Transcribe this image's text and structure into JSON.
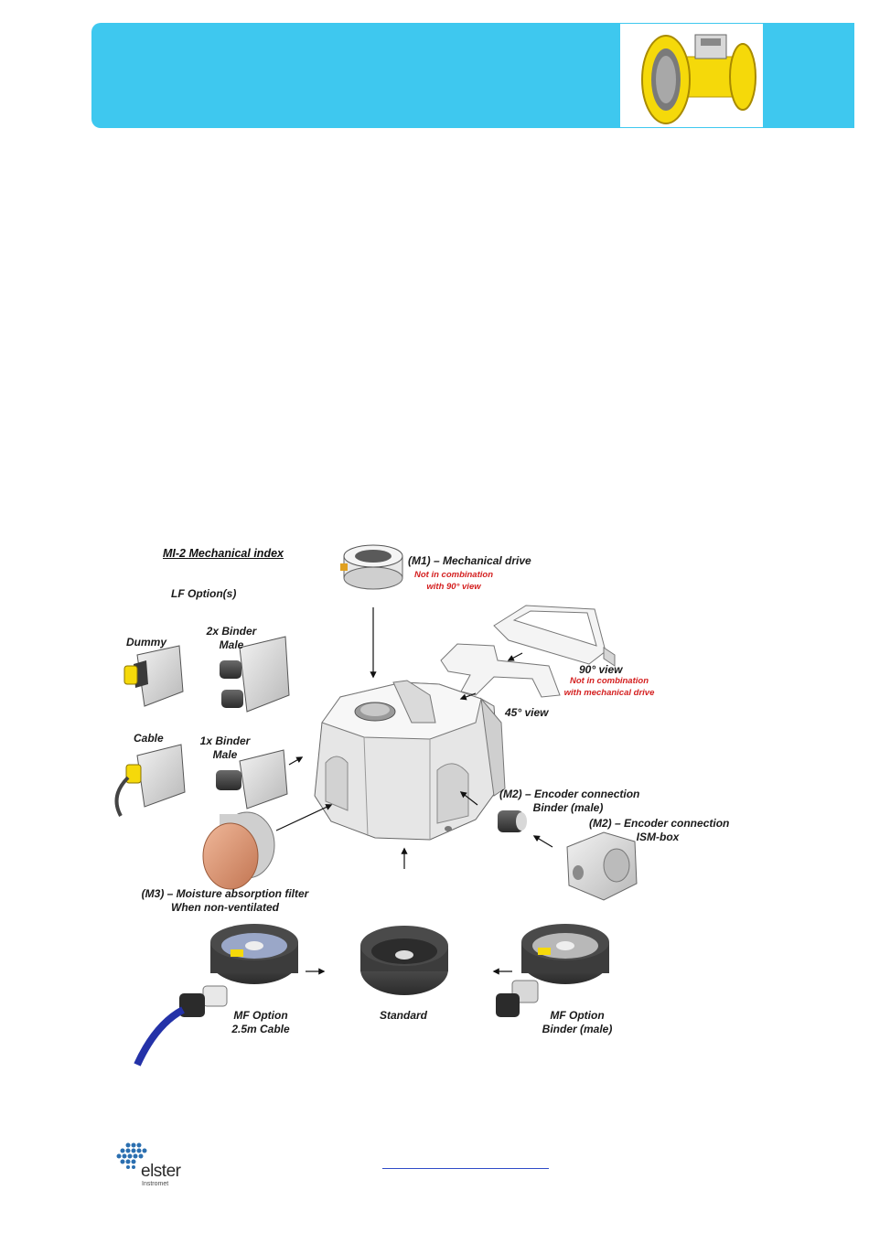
{
  "diagram": {
    "title": "MI-2 Mechanical index",
    "lf_options_label": "LF Option(s)",
    "dummy": "Dummy",
    "binder_2x_line1": "2x Binder",
    "binder_2x_line2": "Male",
    "cable": "Cable",
    "binder_1x_line1": "1x Binder",
    "binder_1x_line2": "Male",
    "m1_label": "(M1) – Mechanical drive",
    "m1_note_line1": "Not in combination",
    "m1_note_line2": "with 90° view",
    "view90_label": "90° view",
    "view90_note_line1": "Not in combination",
    "view90_note_line2": "with mechanical drive",
    "view45_label": "45° view",
    "m2_binder_line1": "(M2) – Encoder connection",
    "m2_binder_line2": "Binder (male)",
    "m2_ism_line1": "(M2) – Encoder connection",
    "m2_ism_line2": "ISM-box",
    "m3_line1": "(M3) – Moisture absorption filter",
    "m3_line2": "When non-ventilated",
    "mf_cable_line1": "MF Option",
    "mf_cable_line2": "2.5m Cable",
    "standard": "Standard",
    "mf_binder_line1": "MF Option",
    "mf_binder_line2": "Binder (male)"
  },
  "footer": {
    "logo_word": "elster",
    "logo_sub": "Instromet"
  },
  "colors": {
    "banner": "#3ec8ef",
    "note_red": "#d42020",
    "meter_yellow": "#f5d90a",
    "link_blue": "#2f4bc8"
  }
}
